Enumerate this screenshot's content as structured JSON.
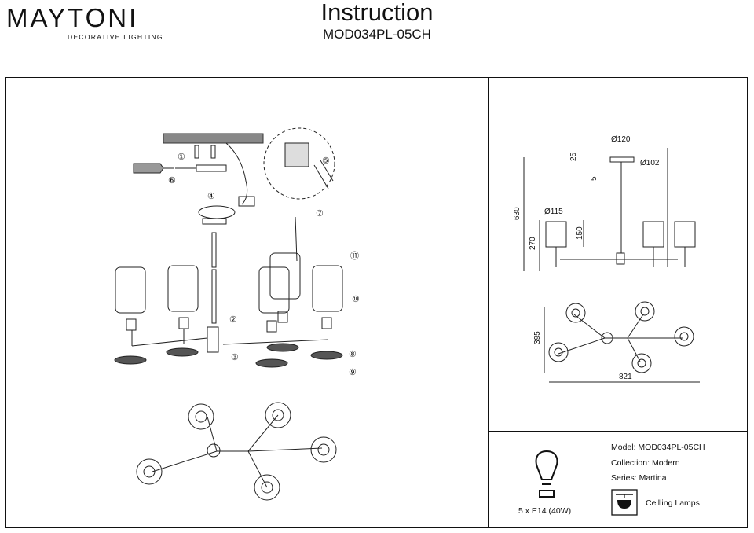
{
  "header": {
    "brand": "MAYTONI",
    "brand_tagline": "DECORATIVE LIGHTING",
    "title": "Instruction",
    "model_code": "MOD034PL-05CH"
  },
  "assembly": {
    "steps": [
      "①",
      "②",
      "③",
      "④",
      "⑤",
      "⑥",
      "⑦",
      "⑧",
      "⑨",
      "⑩",
      "⑪"
    ]
  },
  "dimensions": {
    "canopy_diameter": "Ø120",
    "canopy_inner": "Ø102",
    "shade_diameter": "Ø115",
    "canopy_height": "25",
    "canopy_gap": "5",
    "total_height": "630",
    "arm_height": "270",
    "shade_height": "150",
    "depth": "395",
    "width": "821"
  },
  "specs": {
    "lamp": "5 x E14 (40W)",
    "model": "Model: MOD034PL-05CH",
    "collection": "Collection: Modern",
    "series": "Series: Martina",
    "type": "Ceilling Lamps"
  }
}
